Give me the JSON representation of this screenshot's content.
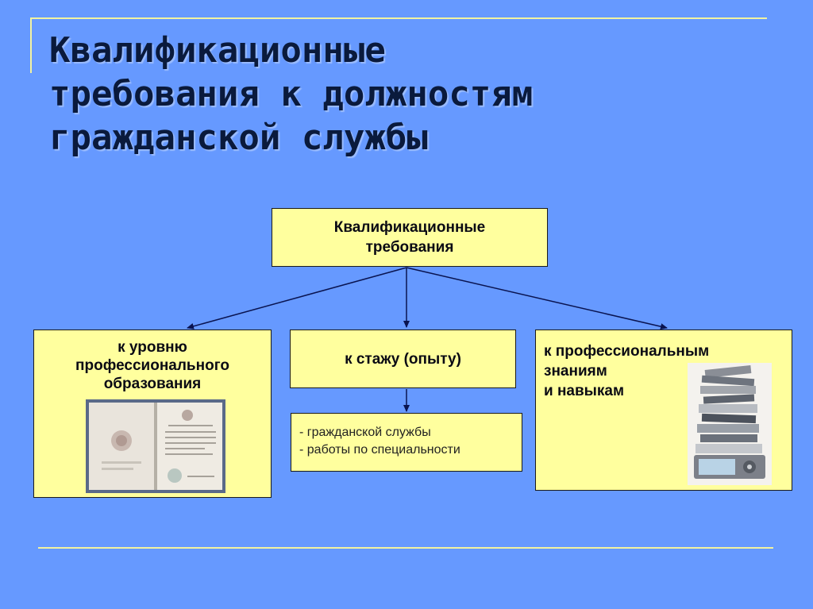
{
  "slide": {
    "title_lines": [
      "Квалификационные",
      "требования к должностям",
      "гражданской службы"
    ]
  },
  "diagram": {
    "root": {
      "lines": [
        "Квалификационные",
        "требования"
      ]
    },
    "education": {
      "lines": [
        "к уровню",
        "профессионального",
        "образования"
      ],
      "image_icon": "diploma-image"
    },
    "experience": {
      "label": "к стажу (опыту)",
      "sub_items": [
        "- гражданской службы",
        "- работы по специальности"
      ]
    },
    "knowledge": {
      "lines": [
        "к профессиональным",
        "знаниям",
        "и навыкам"
      ],
      "image_icon": "books-stack-image"
    }
  },
  "colors": {
    "background": "#6699ff",
    "box_fill": "#ffff9e",
    "rule_lines": "#f2f2a0",
    "title_text": "#0a1a3c",
    "arrows": "#0a1450"
  }
}
